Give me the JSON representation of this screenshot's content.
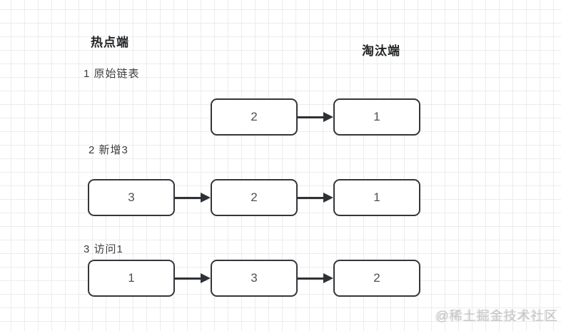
{
  "diagram": {
    "headers": {
      "hot_end": "热点端",
      "evict_end": "淘汰端"
    },
    "sections": [
      {
        "label": "1 原始链表",
        "nodes": [
          "2",
          "1"
        ]
      },
      {
        "label": "2 新增3",
        "nodes": [
          "3",
          "2",
          "1"
        ]
      },
      {
        "label": "3 访问1",
        "nodes": [
          "1",
          "3",
          "2"
        ]
      }
    ],
    "watermark": "@稀土掘金技术社区",
    "colors": {
      "background": "#ffffff",
      "grid_line": "#ececec",
      "node_border": "#33363b",
      "node_text": "#4d4f52",
      "arrow": "#2e3237",
      "header_text": "#222426",
      "label_text": "#3c3e40",
      "watermark_text": "#c6c6c6"
    }
  }
}
